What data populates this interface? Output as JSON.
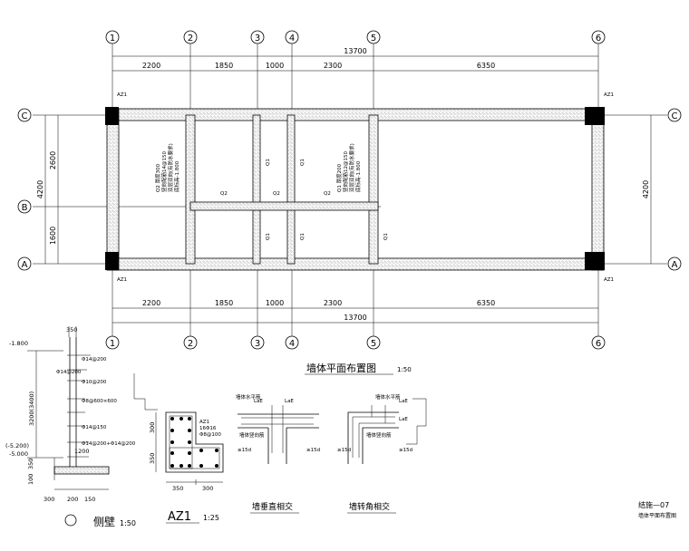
{
  "grid": {
    "axes": [
      "1",
      "2",
      "3",
      "4",
      "5",
      "6"
    ],
    "rows": [
      "C",
      "B",
      "A"
    ]
  },
  "dims": {
    "spans": [
      "2200",
      "1850",
      "1000",
      "2300",
      "6350"
    ],
    "total": "13700",
    "left_rows": [
      "2600",
      "1600"
    ],
    "left_total": "4200",
    "right_total": "4200"
  },
  "labels": {
    "az1_tl": "AZ1",
    "az1_tr": "AZ1",
    "az1_bl": "AZ1",
    "az1_br": "AZ1",
    "q1": "Q1",
    "q2": "Q2",
    "note_q2": "Q2 厚度300",
    "note_q2_line2": "竖向配筋14@150",
    "note_q2_line3": "双层双向(有防水要求)",
    "note_q2_line4": "底标高-1.800",
    "note_q1": "Q1 厚度200",
    "note_q1_line2": "竖向配筋12@150",
    "note_q1_line3": "双层双向(有防水要求)",
    "note_q1_line4": "底标高-1.800"
  },
  "plan_title": "墙体平面布置图",
  "plan_scale": "1:50",
  "side_wall": {
    "title": "侧壁",
    "scale": "1:50",
    "elev_top": "-1.800",
    "elev_mid1": "(-5.200)",
    "elev_mid2": "-5.000",
    "h1": "3200(3400)",
    "h2": "1200",
    "w_top": "350",
    "bottom_dims": [
      "300",
      "200",
      "150"
    ],
    "left_dims": [
      "100",
      "350"
    ],
    "rebar_1": "Φ14@200",
    "rebar_2": "Φ10@200",
    "rebar_3": "Φ8@600×600",
    "rebar_4": "Φ14@150",
    "rebar_5": "Φ14@200+Φ14@200",
    "rebar_6": "Φ14@200"
  },
  "az1": {
    "title": "AZ1",
    "scale": "1:25",
    "name": "AZ1",
    "bars": "16Φ16",
    "stirrup": "Φ8@100",
    "dim_h1": "300",
    "dim_h2": "350",
    "dim_w1": "350",
    "dim_w2": "300"
  },
  "detail_t": {
    "title": "墙垂直相交",
    "lae": "LaE",
    "d15": "≥15d",
    "lbl_h": "墙体水平筋",
    "lbl_v": "墙体竖向筋"
  },
  "detail_l": {
    "title": "墙转角相交",
    "lae": "LaE",
    "d15": "≥15d",
    "lbl_h": "墙体水平筋",
    "lbl_v": "墙体竖向筋"
  },
  "sheet": {
    "number": "结施—07",
    "name": "墙体平面布置图"
  }
}
